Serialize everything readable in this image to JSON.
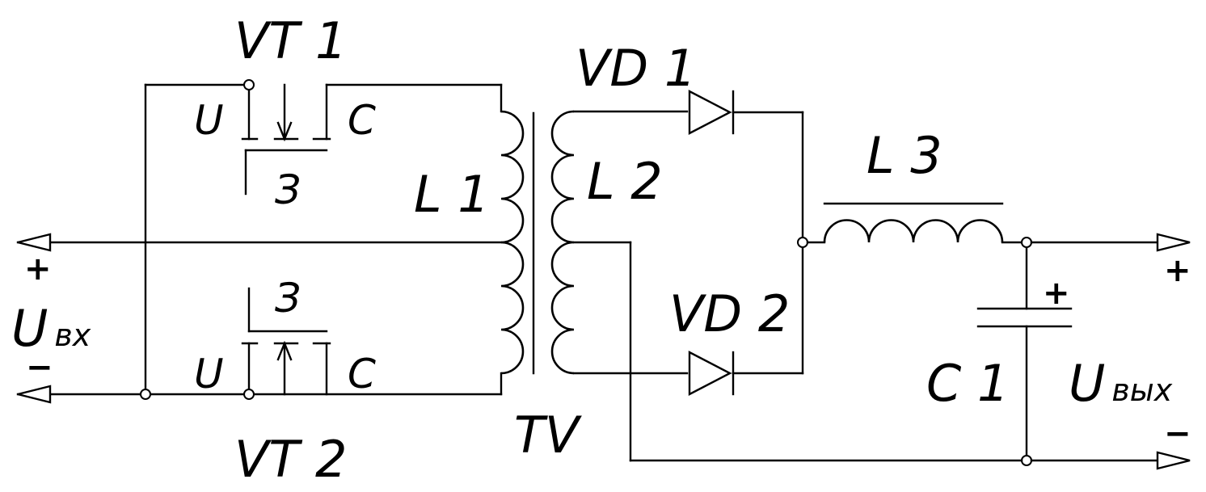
{
  "labels": {
    "vt1": "VT 1",
    "vt2": "VT 2",
    "vd1": "VD 1",
    "vd2": "VD 2",
    "l1": "L 1",
    "l2": "L 2",
    "l3": "L 3",
    "c1": "C 1",
    "tv": "TV",
    "vt1_source": "U",
    "vt1_drain": "C",
    "vt1_gate": "З",
    "vt2_source": "U",
    "vt2_drain": "C",
    "vt2_gate": "З",
    "c1_polarity": "+",
    "input_voltage_symbol": "U",
    "input_voltage_sub": "вх",
    "input_plus": "+",
    "input_minus": "−",
    "output_voltage_symbol": "U",
    "output_voltage_sub": "вых",
    "output_plus": "+",
    "output_minus": "−"
  }
}
